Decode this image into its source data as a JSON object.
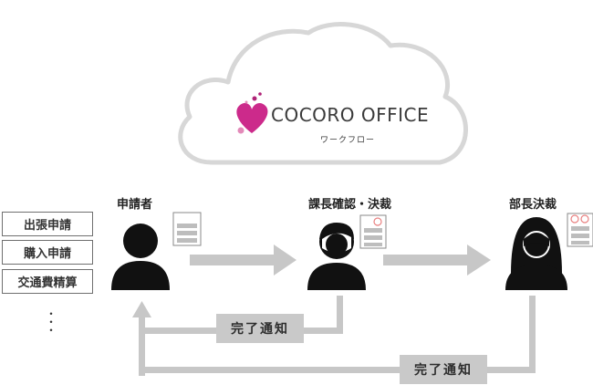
{
  "logo": {
    "brand": "COCORO OFFICE",
    "subtitle": "ワークフロー",
    "brand_color": "#cc2a8b"
  },
  "roles": [
    {
      "label": "申請者",
      "stamps": 0
    },
    {
      "label": "課長確認・決裁",
      "stamps": 1
    },
    {
      "label": "部長決裁",
      "stamps": 2
    }
  ],
  "requests": [
    "出張申請",
    "購入申請",
    "交通費精算"
  ],
  "more_marker": "・\n・\n・",
  "notifications": [
    "完了通知",
    "完了通知"
  ],
  "colors": {
    "cloud_outline": "#d7d7d7",
    "arrow": "#c7c7c7",
    "person": "#111111",
    "stamp": "#e98080",
    "notice_bg": "#c9c9c9"
  }
}
